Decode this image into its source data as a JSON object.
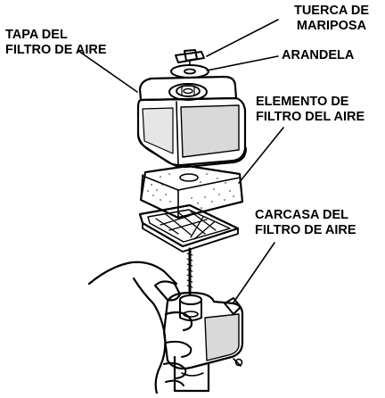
{
  "labels": {
    "tapa": [
      "TAPA DEL",
      "FILTRO DE AIRE"
    ],
    "tuerca": [
      "TUERCA DE",
      "MARIPOSA"
    ],
    "arandela": [
      "ARANDELA"
    ],
    "elemento": [
      "ELEMENTO DE",
      "FILTRO DEL AIRE"
    ],
    "carcasa": [
      "CARCASA DEL",
      "FILTRO DE AIRE"
    ]
  },
  "colors": {
    "ink": "#000000",
    "shade": "#d9d9d9",
    "dots": "#555555"
  }
}
